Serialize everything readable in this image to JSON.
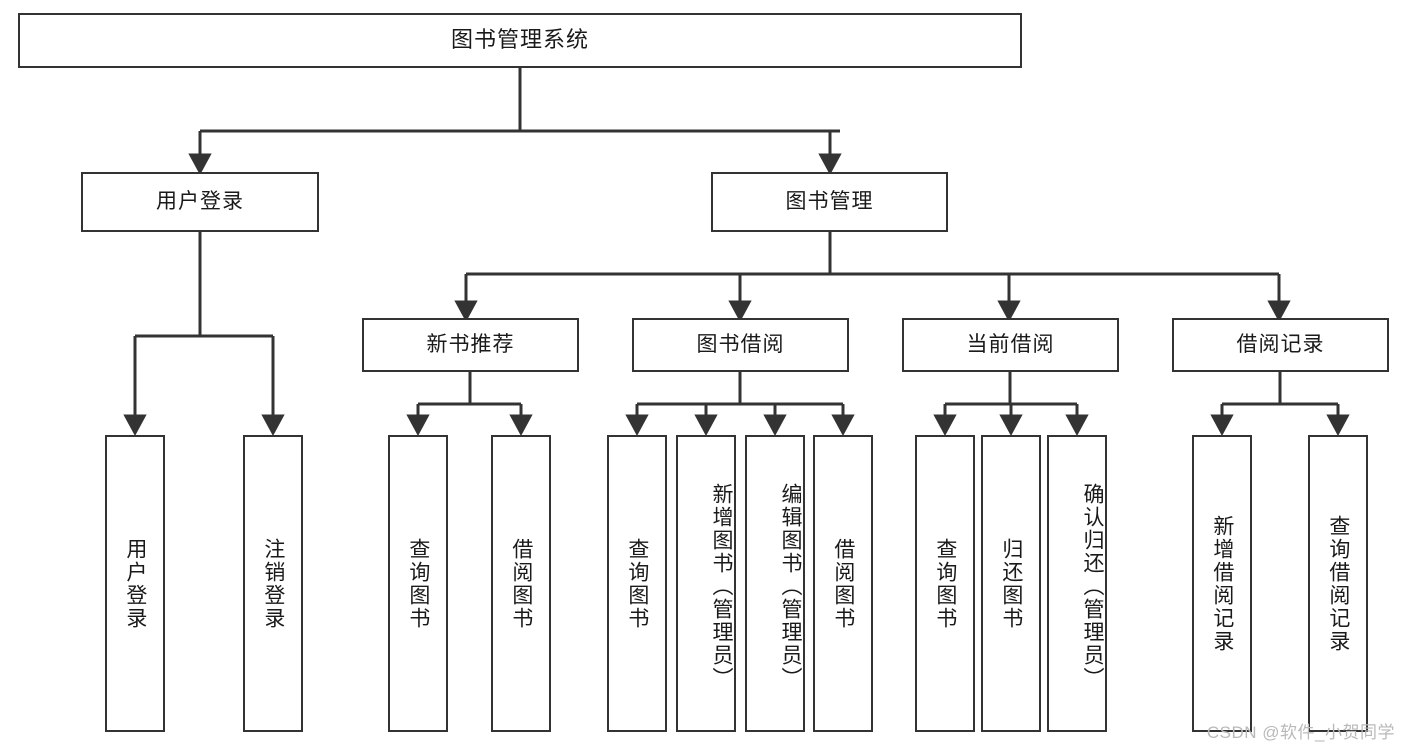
{
  "diagram": {
    "title": "图书管理系统",
    "type": "tree-hierarchy-chart",
    "line_color": "#333333",
    "box_fill": "#ffffff",
    "text_color": "#1a1a1a",
    "watermark": "CSDN @软件_小贺同学",
    "root": {
      "label": "图书管理系统"
    },
    "level2": [
      {
        "label": "用户登录"
      },
      {
        "label": "图书管理"
      }
    ],
    "level3": [
      {
        "label": "新书推荐"
      },
      {
        "label": "图书借阅"
      },
      {
        "label": "当前借阅"
      },
      {
        "label": "借阅记录"
      }
    ],
    "leaves": {
      "user_login": [
        {
          "label": "用户登录"
        },
        {
          "label": "注销登录"
        }
      ],
      "new_book_recommend": [
        {
          "label": "查询图书"
        },
        {
          "label": "借阅图书"
        }
      ],
      "book_borrow": [
        {
          "label": "查询图书"
        },
        {
          "label": "新增图书（管理员）"
        },
        {
          "label": "编辑图书（管理员）"
        },
        {
          "label": "借阅图书"
        }
      ],
      "current_borrow": [
        {
          "label": "查询图书"
        },
        {
          "label": "归还图书"
        },
        {
          "label": "确认归还（管理员）"
        }
      ],
      "borrow_record": [
        {
          "label": "新增借阅记录"
        },
        {
          "label": "查询借阅记录"
        }
      ]
    }
  }
}
